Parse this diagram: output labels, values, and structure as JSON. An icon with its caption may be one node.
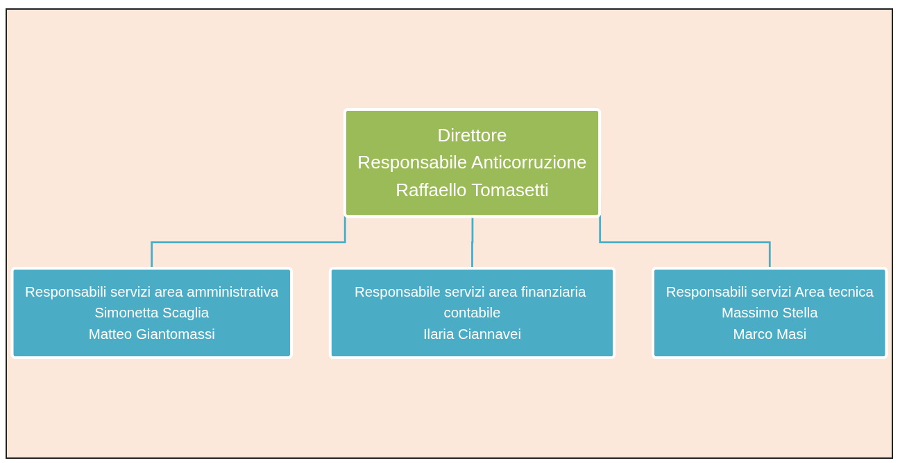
{
  "diagram": {
    "nodes": [
      {
        "text": [
          "Direttore",
          "Responsabile Anticorruzione",
          "Raffaello Tomasetti"
        ]
      },
      {
        "text": [
          "Responsabili servizi area amministrativa",
          "Simonetta Scaglia",
          "Matteo Giantomassi"
        ]
      },
      {
        "text": [
          "Responsabile servizi area finanziaria contabile",
          "Ilaria Ciannavei"
        ]
      },
      {
        "text": [
          "Responsabili servizi Area tecnica",
          "Massimo Stella",
          "Marco Masi"
        ]
      }
    ],
    "edges": [
      {
        "from": 0,
        "to": 1,
        "arrow": "none"
      },
      {
        "from": 0,
        "to": 2,
        "arrow": "none"
      },
      {
        "from": 0,
        "to": 3,
        "arrow": "none"
      }
    ]
  }
}
